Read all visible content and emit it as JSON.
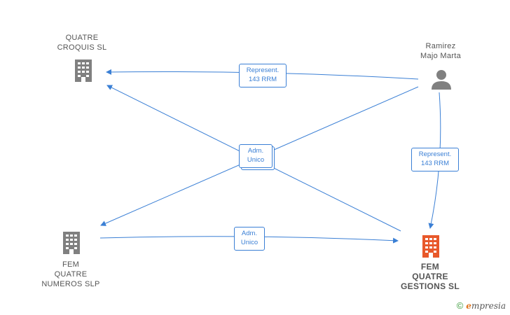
{
  "nodes": [
    {
      "id": "quatre-croquis",
      "label": "QUATRE\nCROQUIS  SL",
      "type": "company"
    },
    {
      "id": "ramirez",
      "label": "Ramirez\nMajo Marta",
      "type": "person"
    },
    {
      "id": "fem-numeros",
      "label": "FEM\nQUATRE\nNUMEROS  SLP",
      "type": "company"
    },
    {
      "id": "fem-gestions",
      "label": "FEM\nQUATRE\nGESTIONS  SL",
      "type": "company-highlight"
    }
  ],
  "edge_labels": {
    "represent_top": "Represent.\n143 RRM",
    "adm_center": "Adm.\nUnico",
    "represent_right": "Represent.\n143 RRM",
    "adm_bottom": "Adm.\nUnico"
  },
  "colors": {
    "edge": "#3a7fd5",
    "company": "#808080",
    "highlight": "#e8582a",
    "person": "#808080"
  },
  "footer": {
    "copyright": "©",
    "brand_first": "e",
    "brand_rest": "mpresia"
  }
}
